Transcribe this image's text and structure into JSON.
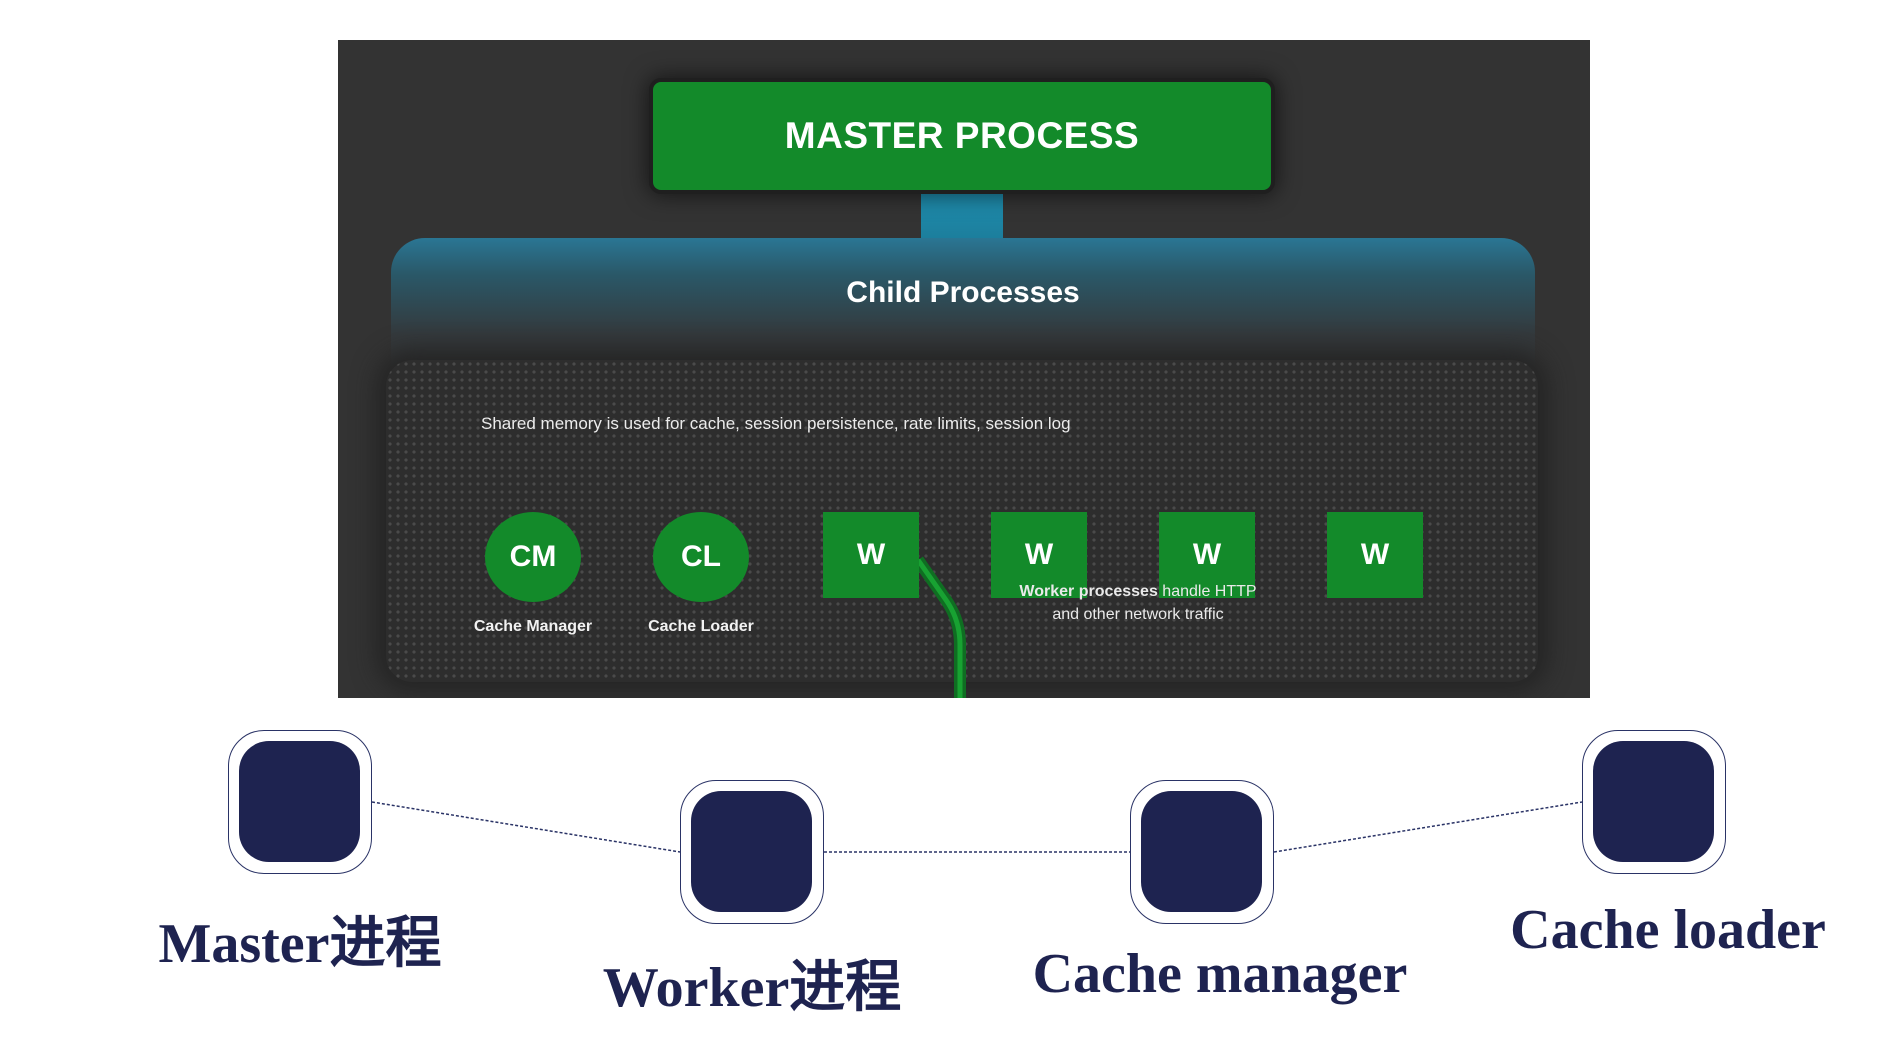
{
  "diagram": {
    "master_label": "MASTER PROCESS",
    "child_title": "Child Processes",
    "shared_memory_note": "Shared memory is used for cache, session persistence, rate limits, session log",
    "processes": [
      {
        "label": "CM",
        "caption": "Cache Manager",
        "shape": "circle"
      },
      {
        "label": "CL",
        "caption": "Cache Loader",
        "shape": "circle"
      },
      {
        "label": "W",
        "caption": "",
        "shape": "square"
      },
      {
        "label": "W",
        "caption": "",
        "shape": "square"
      },
      {
        "label": "W",
        "caption": "",
        "shape": "square"
      },
      {
        "label": "W",
        "caption": "",
        "shape": "square"
      }
    ],
    "worker_note_bold": "Worker processes",
    "worker_note_rest": " handle HTTP",
    "worker_note_line2": "and other network traffic",
    "colors": {
      "process_green": "#138a2a",
      "link_blue": "#1f8fb0",
      "panel": "#333333"
    }
  },
  "timeline": {
    "nodes": [
      {
        "caption": "Master进程"
      },
      {
        "caption": "Worker进程"
      },
      {
        "caption": "Cache manager"
      },
      {
        "caption": "Cache loader"
      }
    ],
    "colors": {
      "node_fill": "#1e2350",
      "caption": "#1e2350"
    }
  }
}
